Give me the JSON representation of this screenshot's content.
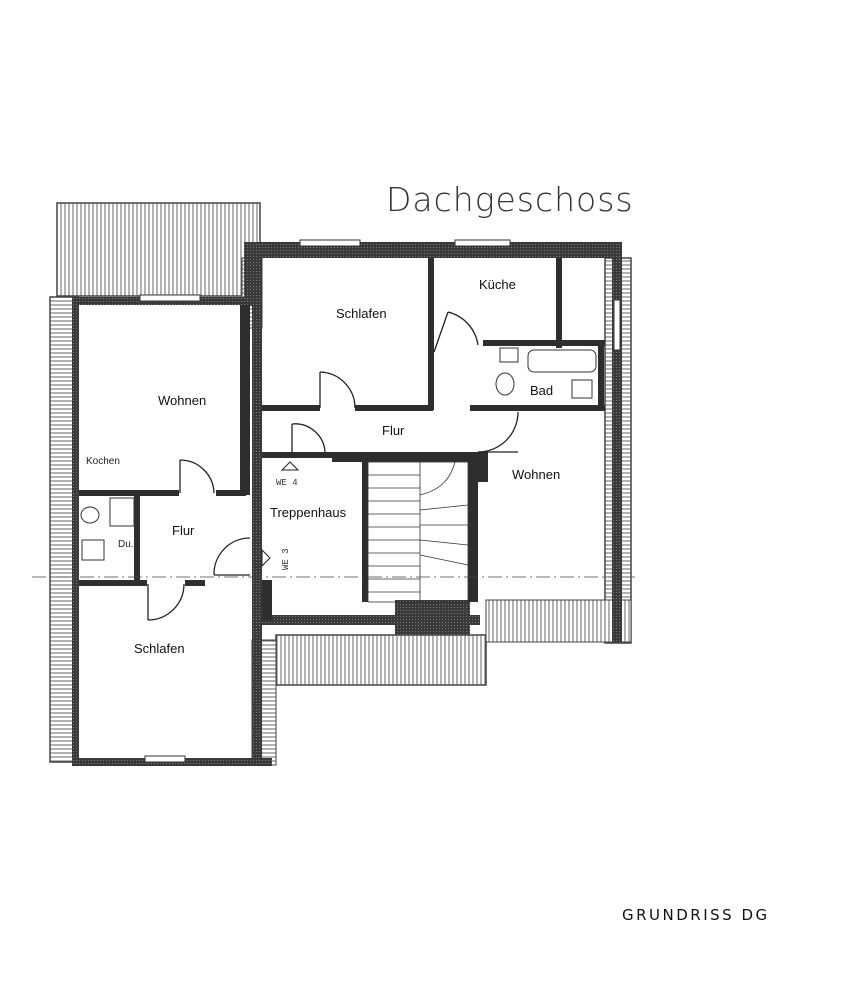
{
  "floor_title": "Dachgeschoss",
  "caption": "GRUNDRISS DG",
  "rooms": {
    "schlafen_top": "Schlafen",
    "kueche": "Küche",
    "wohnen_left": "Wohnen",
    "bad": "Bad",
    "flur_top": "Flur",
    "wohnen_right": "Wohnen",
    "kochen": "Kochen",
    "treppenhaus": "Treppenhaus",
    "flur_left": "Flur",
    "du": "Du.",
    "schlafen_bottom": "Schlafen"
  },
  "annotations": {
    "we4": "WE 4",
    "we3": "WE 3"
  }
}
